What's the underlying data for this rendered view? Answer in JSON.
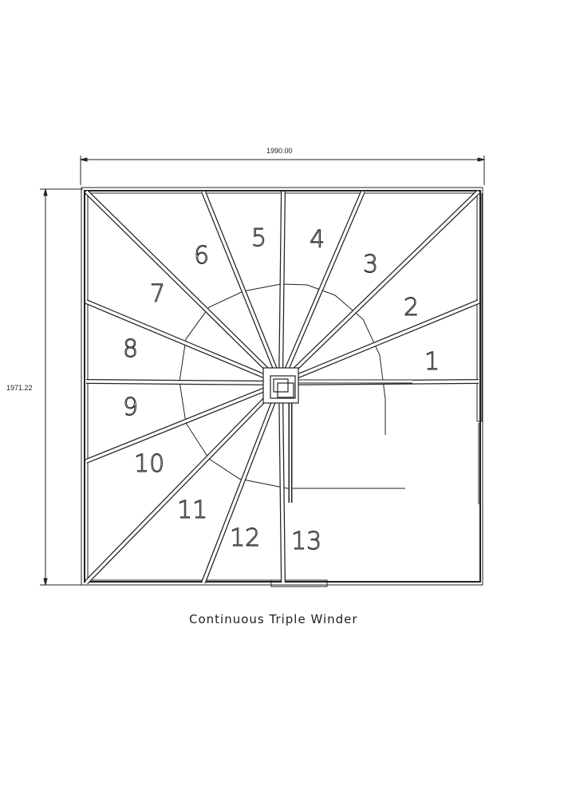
{
  "drawing": {
    "width_dimension": "1990.00",
    "height_dimension": "1971.22",
    "caption": "Continuous Triple Winder",
    "treads": [
      "1",
      "2",
      "3",
      "4",
      "5",
      "6",
      "7",
      "8",
      "9",
      "10",
      "11",
      "12",
      "13"
    ]
  }
}
